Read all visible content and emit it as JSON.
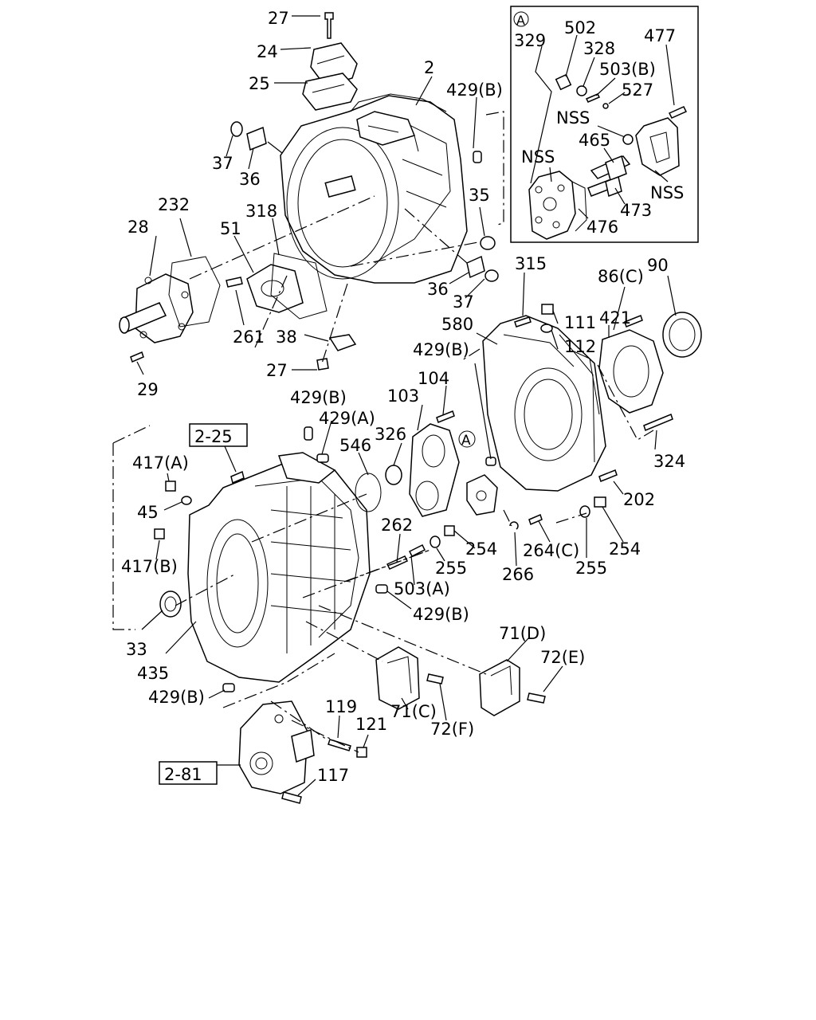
{
  "labels": {
    "l27a": "27",
    "l24": "24",
    "l25": "25",
    "l2": "2",
    "l429b1": "429(B)",
    "l37a": "37",
    "l36a": "36",
    "l35": "35",
    "l232": "232",
    "l28": "28",
    "l318": "318",
    "l51": "51",
    "l36b": "36",
    "l37b": "37",
    "l261": "261",
    "l38": "38",
    "l27b": "27",
    "l29": "29",
    "l315": "315",
    "l86c": "86(C)",
    "l90": "90",
    "l421": "421",
    "l580": "580",
    "l111": "111",
    "l112": "112",
    "l429b2": "429(B)",
    "l104": "104",
    "l103": "103",
    "l429b3": "429(B)",
    "l429a": "429(A)",
    "l326": "326",
    "l546": "546",
    "l324": "324",
    "l417a": "417(A)",
    "l45": "45",
    "l417b": "417(B)",
    "l202": "202",
    "l262": "262",
    "l254a": "254",
    "l264c": "264(C)",
    "l254b": "254",
    "l255a": "255",
    "l255b": "255",
    "l266": "266",
    "l503a": "503(A)",
    "l429b4": "429(B)",
    "l33": "33",
    "l435": "435",
    "l71d": "71(D)",
    "l72e": "72(E)",
    "l429b5": "429(B)",
    "l71c": "71(C)",
    "l72f": "72(F)",
    "l119": "119",
    "l121": "121",
    "l117": "117",
    "l502": "502",
    "l329": "329",
    "l328": "328",
    "l503b": "503(B)",
    "l477": "477",
    "l527": "527",
    "lnss1": "NSS",
    "lnss2": "NSS",
    "l465": "465",
    "lnss3": "NSS",
    "l473": "473",
    "l476": "476"
  },
  "refs": {
    "ref225": "2-25",
    "ref281": "2-81"
  },
  "markers": {
    "inset": "A",
    "body": "A"
  }
}
